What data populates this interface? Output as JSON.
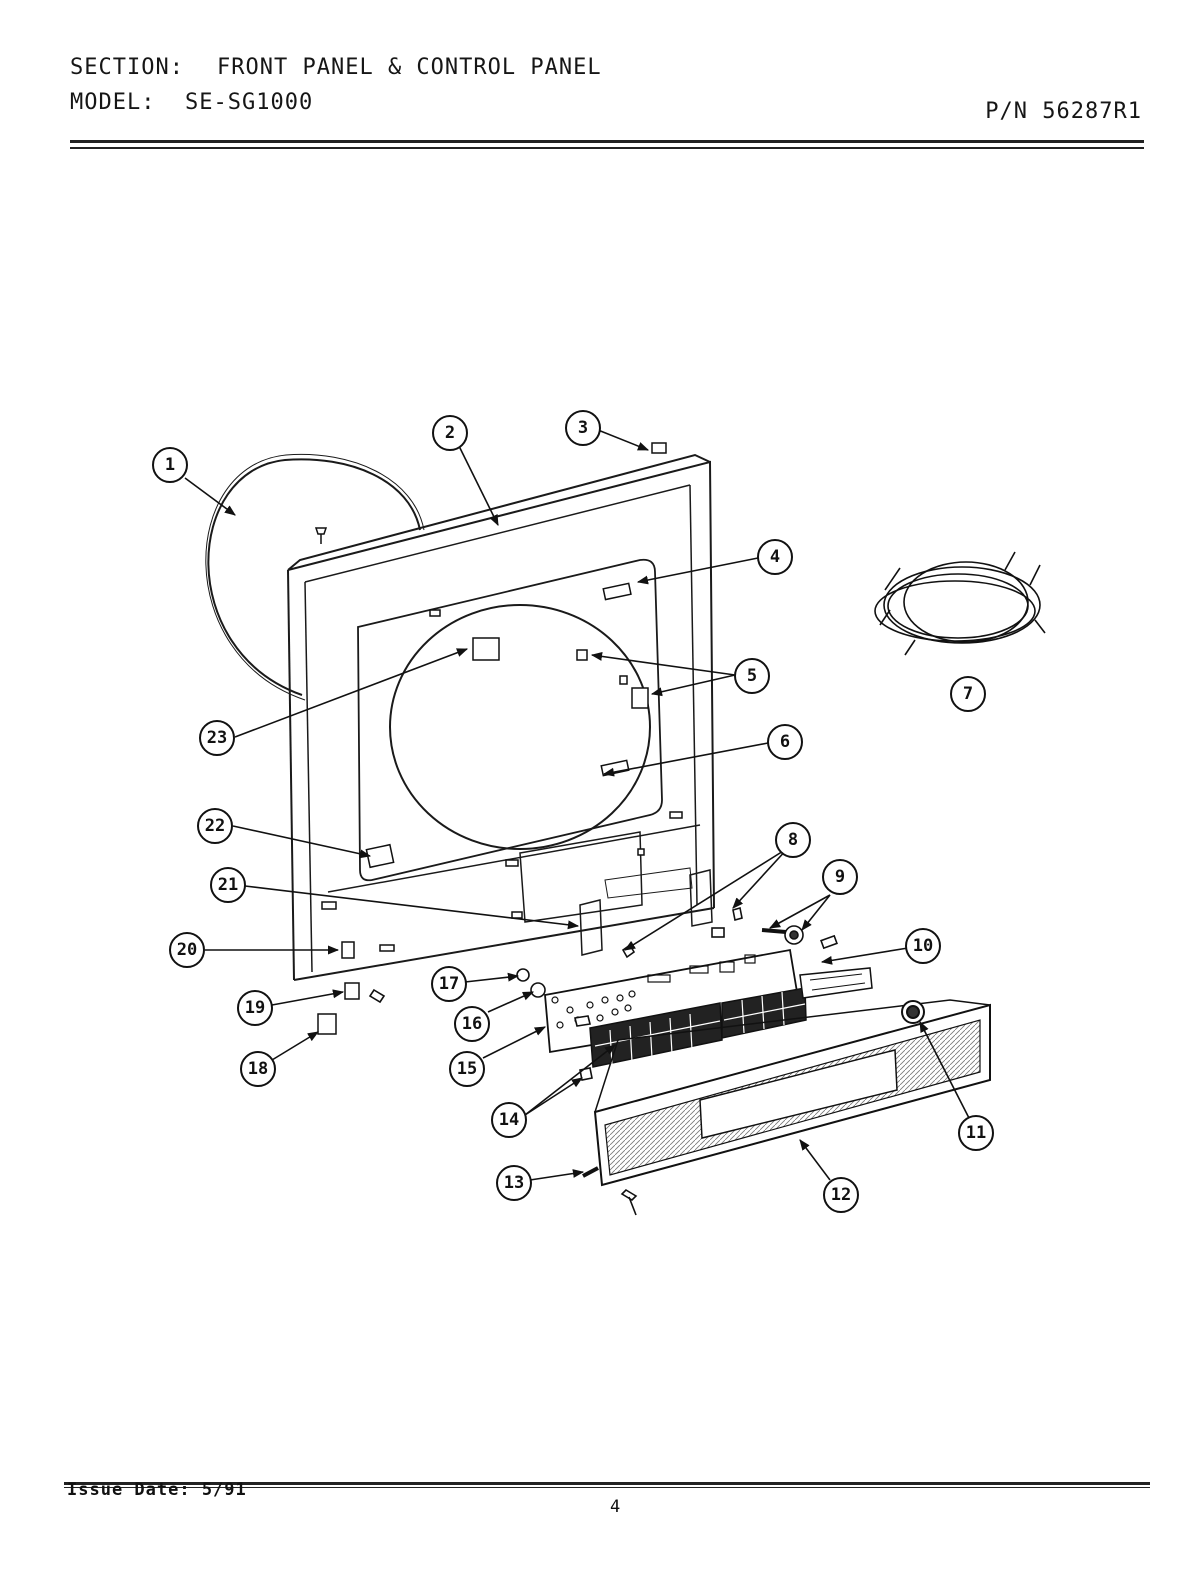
{
  "header": {
    "section_label": "SECTION:",
    "section_value": "FRONT PANEL & CONTROL PANEL",
    "model_label": "MODEL:",
    "model_value": "SE-SG1000",
    "part_number": "P/N 56287R1"
  },
  "footer": {
    "issue_date": "Issue Date: 5/91",
    "page_number": "4"
  },
  "callouts": [
    "1",
    "2",
    "3",
    "4",
    "5",
    "6",
    "7",
    "8",
    "9",
    "10",
    "11",
    "12",
    "13",
    "14",
    "15",
    "16",
    "17",
    "18",
    "19",
    "20",
    "21",
    "22",
    "23"
  ]
}
